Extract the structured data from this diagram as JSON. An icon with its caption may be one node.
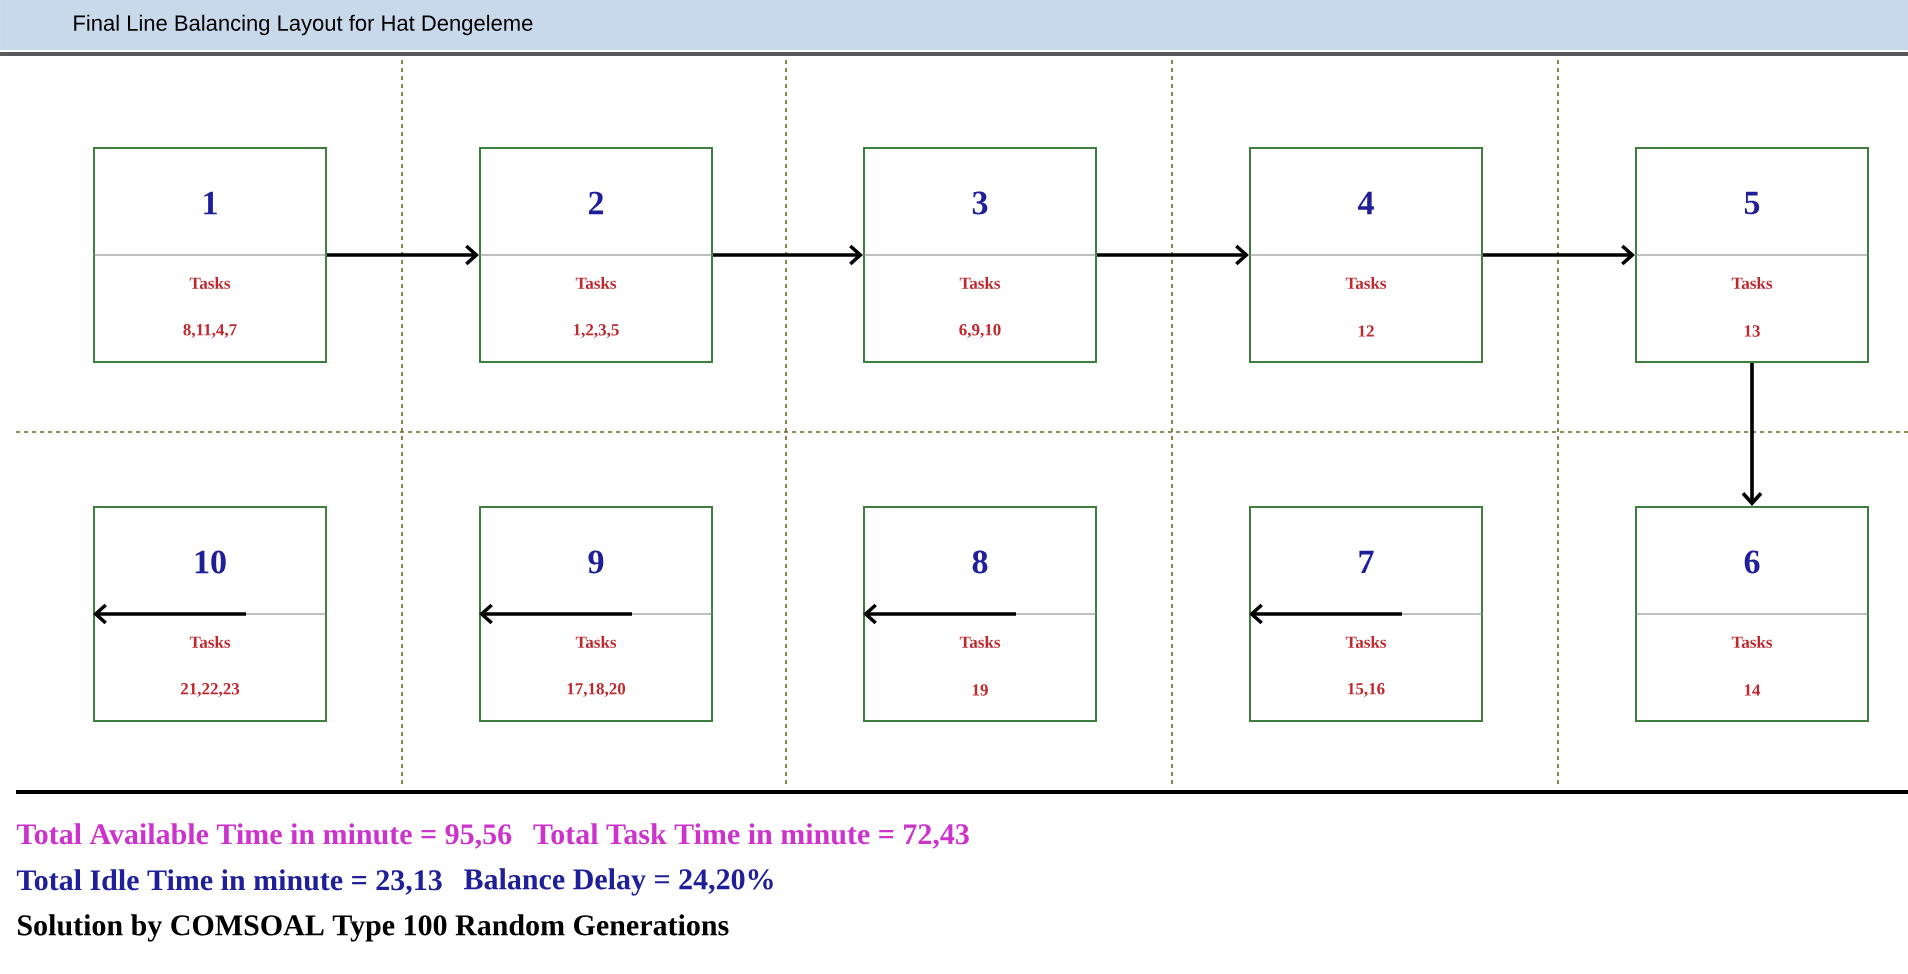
{
  "diagram": {
    "title": "Final Line Balancing Layout for Hat Dengeleme",
    "nodes": [
      {
        "text": [
          "1",
          "Tasks",
          "8,11,4,7"
        ]
      },
      {
        "text": [
          "2",
          "Tasks",
          "1,2,3,5"
        ]
      },
      {
        "text": [
          "3",
          "Tasks",
          "6,9,10"
        ]
      },
      {
        "text": [
          "4",
          "Tasks",
          "12"
        ]
      },
      {
        "text": [
          "5",
          "Tasks",
          "13"
        ]
      },
      {
        "text": [
          "6",
          "Tasks",
          "14"
        ]
      },
      {
        "text": [
          "7",
          "Tasks",
          "15,16"
        ]
      },
      {
        "text": [
          "8",
          "Tasks",
          "19"
        ]
      },
      {
        "text": [
          "9",
          "Tasks",
          "17,18,20"
        ]
      },
      {
        "text": [
          "10",
          "Tasks",
          "21,22,23"
        ]
      }
    ],
    "edges": [
      {
        "from": 0,
        "to": 1,
        "arrow": "to"
      },
      {
        "from": 1,
        "to": 2,
        "arrow": "to"
      },
      {
        "from": 2,
        "to": 3,
        "arrow": "to"
      },
      {
        "from": 3,
        "to": 4,
        "arrow": "to"
      },
      {
        "from": 4,
        "to": 5,
        "arrow": "to"
      },
      {
        "from": 6,
        "to": null,
        "arrow": "to"
      },
      {
        "from": 7,
        "to": null,
        "arrow": "to"
      },
      {
        "from": 8,
        "to": null,
        "arrow": "to"
      },
      {
        "from": 9,
        "to": null,
        "arrow": "to"
      }
    ],
    "labels": [
      "Total Available Time in minute = 95,56",
      "Total Task Time in minute = 72,43",
      "Total Idle Time in minute = 23,13",
      "Balance Delay = 24,20%",
      "Solution by COMSOAL Type 100 Random Generations"
    ]
  }
}
